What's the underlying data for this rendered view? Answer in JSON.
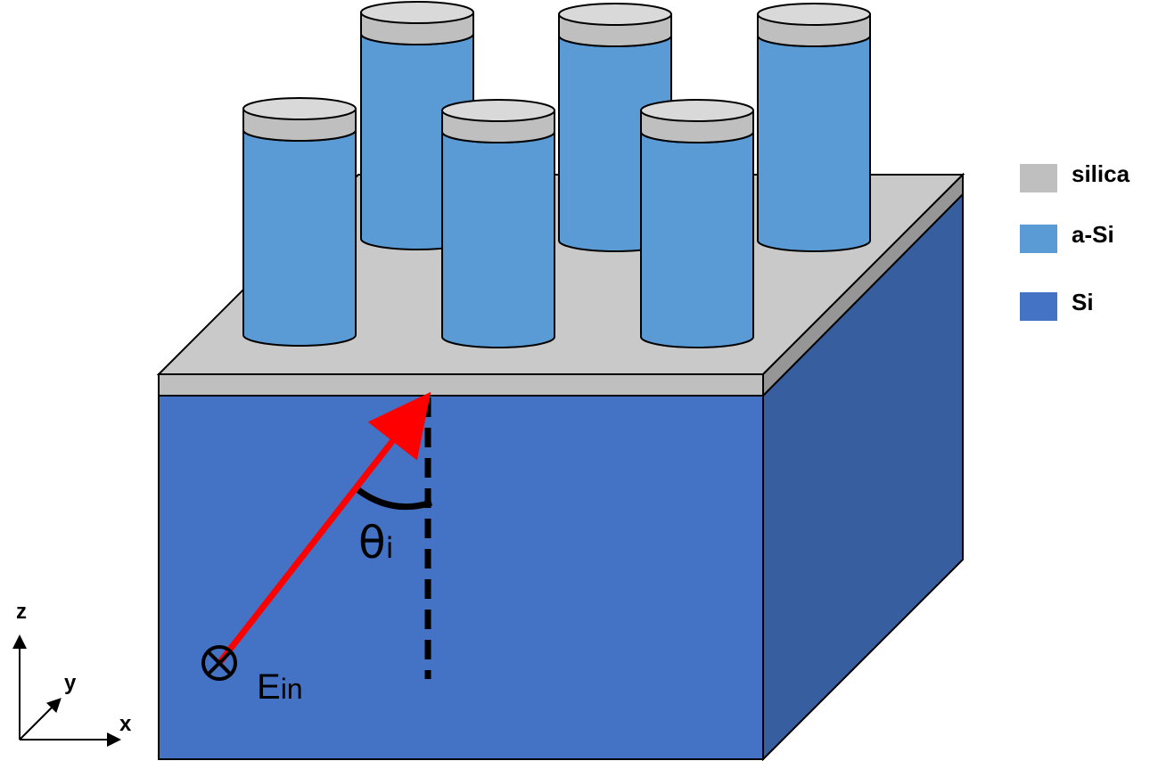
{
  "colors": {
    "silica": "#c9c9c9",
    "silica_top": "#d9d9d9",
    "silica_band": "#bfbfbf",
    "a_si": "#5b9bd5",
    "si_front": "#4472c4",
    "si_side": "#375e9e",
    "beam": "#ff0000"
  },
  "legend": [
    {
      "label": "silica",
      "color": "#bfbfbf"
    },
    {
      "label": "a-Si",
      "color": "#5b9bd5"
    },
    {
      "label": "Si",
      "color": "#4472c4"
    }
  ],
  "annotations": {
    "angle_symbol": "θ",
    "angle_subscript": "i",
    "field_symbol": "E",
    "field_subscript": "in"
  },
  "axes": {
    "z": "z",
    "y": "y",
    "x": "x"
  },
  "icons": {
    "into_page": "circled-times-icon"
  }
}
